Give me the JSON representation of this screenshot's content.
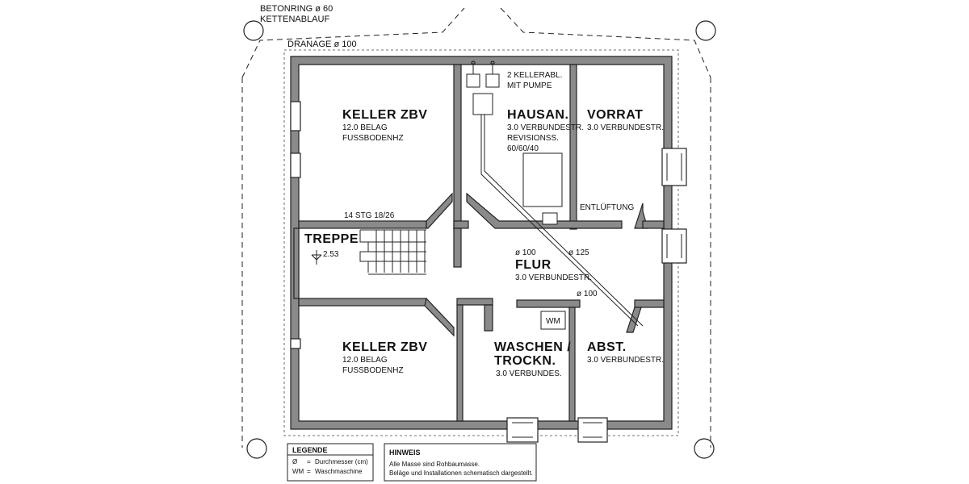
{
  "labels": {
    "betonring": "BETONRING  ø 60",
    "kettenablauf": "KETTENABLAUF",
    "dranage": "DRANAGE   ø 100"
  },
  "rooms": {
    "keller_top": {
      "name": "KELLER  ZBV",
      "line1": "12.0  BELAG",
      "line2": "FUSSBODENHZ"
    },
    "hausan": {
      "name": "HAUSAN.",
      "line1": "3.0  VERBUNDESTR.",
      "line2": "REVISIONSS.",
      "line3": "60/60/40"
    },
    "vorrat": {
      "name": "VORRAT",
      "line1": "3.0  VERBUNDESTR."
    },
    "treppe": {
      "name": "TREPPE",
      "level": "2.53",
      "stairs": "14  STG   18/26"
    },
    "flur": {
      "name": "FLUR",
      "line1": "3.0  VERBUNDESTR."
    },
    "keller_bottom": {
      "name": "KELLER  ZBV",
      "line1": "12.0  BELAG",
      "line2": "FUSSBODENHZ"
    },
    "waschen": {
      "name1": "WASCHEN /",
      "name2": "TROCKN.",
      "line1": "3.0  VERBUNDES."
    },
    "abst": {
      "name": "ABST.",
      "line1": "3.0  VERBUNDESTR."
    }
  },
  "annotations": {
    "kellerabl1": "2  KELLERABL.",
    "kellerabl2": "MIT  PUMPE",
    "entlueftung": "ENTLÜFTUNG",
    "pipe_100_a": "ø 100",
    "pipe_125": "ø 125",
    "pipe_100_b": "ø 100",
    "wm": "WM"
  },
  "legend": {
    "title": "LEGENDE",
    "rows": [
      {
        "symbol": "Ø",
        "eq": "=",
        "text": "Durchmesser (cm)"
      },
      {
        "symbol": "WM",
        "eq": "=",
        "text": "Waschmaschine"
      }
    ]
  },
  "hinweis": {
    "title": "HINWEIS",
    "line1": "Alle Masse sind Rohbaumasse.",
    "line2": "Beläge und Installationen schematisch dargestellt."
  }
}
